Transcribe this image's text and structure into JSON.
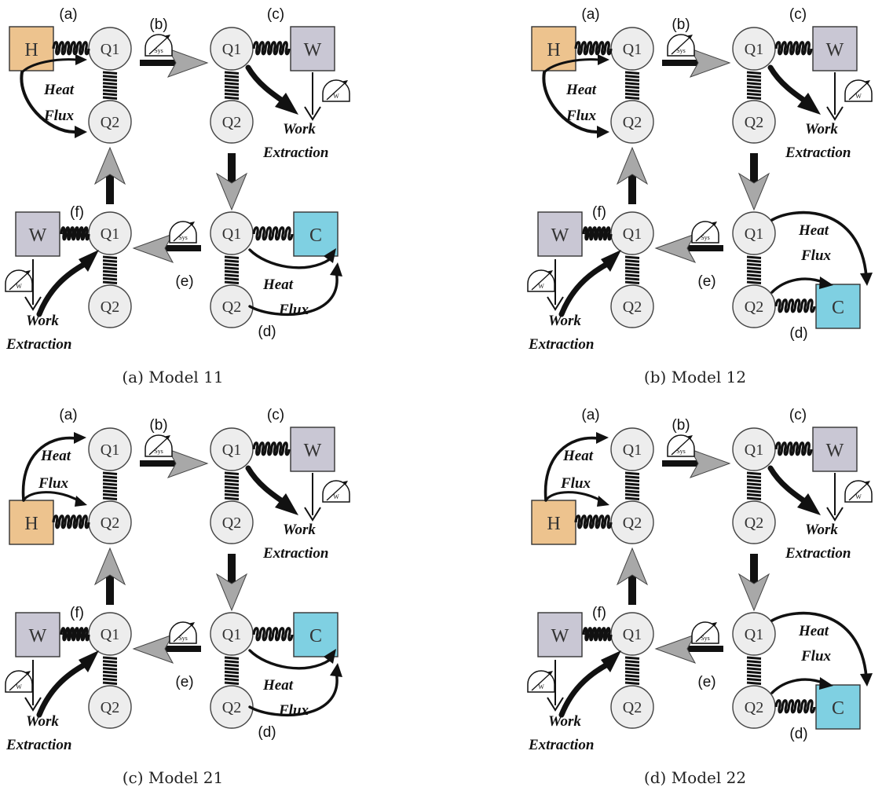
{
  "colors": {
    "hot": "#EDC38E",
    "cold": "#7FD0E2",
    "work": "#C9C7D4",
    "qubit": "#EDEDED",
    "arrow_fill": "#A8A8A8"
  },
  "labels": {
    "q1": "Q1",
    "q2": "Q2",
    "hot": "H",
    "cold": "C",
    "work": "W",
    "heat": "Heat",
    "flux": "Flux",
    "work_word": "Work",
    "extraction": "Extraction",
    "meter_sys": "Sys",
    "meter_w": "W",
    "steps": [
      "(a)",
      "(b)",
      "(c)",
      "(d)",
      "(e)",
      "(f)"
    ]
  },
  "panels": [
    {
      "caption": "(a) Model 11",
      "hot_on": "Q1",
      "cold_on": "Q1",
      "icons": [
        "meter-icon",
        "spring-icon",
        "curved-arrow-icon"
      ]
    },
    {
      "caption": "(b) Model 12",
      "hot_on": "Q1",
      "cold_on": "Q2",
      "icons": [
        "meter-icon",
        "spring-icon",
        "curved-arrow-icon"
      ]
    },
    {
      "caption": "(c) Model 21",
      "hot_on": "Q2",
      "cold_on": "Q1",
      "icons": [
        "meter-icon",
        "spring-icon",
        "curved-arrow-icon"
      ]
    },
    {
      "caption": "(d) Model 22",
      "hot_on": "Q2",
      "cold_on": "Q2",
      "icons": [
        "meter-icon",
        "spring-icon",
        "curved-arrow-icon"
      ]
    }
  ]
}
